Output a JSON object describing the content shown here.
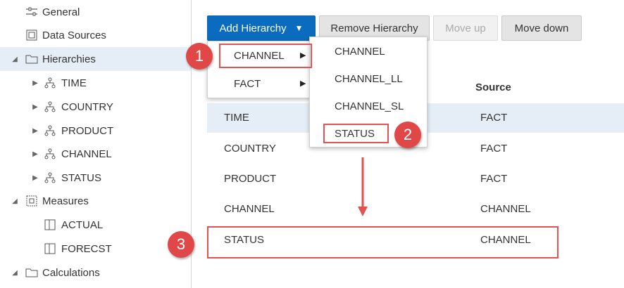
{
  "sidebar": {
    "general": "General",
    "data_sources": "Data Sources",
    "hierarchies": "Hierarchies",
    "hierarchy_items": [
      "TIME",
      "COUNTRY",
      "PRODUCT",
      "CHANNEL",
      "STATUS"
    ],
    "measures": "Measures",
    "measure_items": [
      "ACTUAL",
      "FORECST"
    ],
    "calculations": "Calculations"
  },
  "toolbar": {
    "add_hierarchy": "Add Hierarchy",
    "remove_hierarchy": "Remove Hierarchy",
    "move_up": "Move up",
    "move_down": "Move down"
  },
  "table": {
    "source_header": "Source",
    "rows": [
      {
        "name": "TIME",
        "source": "FACT"
      },
      {
        "name": "COUNTRY",
        "source": "FACT"
      },
      {
        "name": "PRODUCT",
        "source": "FACT"
      },
      {
        "name": "CHANNEL",
        "source": "CHANNEL"
      },
      {
        "name": "STATUS",
        "source": "CHANNEL"
      }
    ]
  },
  "menu_sources": [
    "CHANNEL",
    "FACT"
  ],
  "menu_hierarchies": [
    "CHANNEL",
    "CHANNEL_LL",
    "CHANNEL_SL",
    "STATUS"
  ],
  "annotations": [
    "1",
    "2",
    "3"
  ],
  "colors": {
    "accent": "#0b6cbf",
    "annotation": "#e04848",
    "selection": "#e5eef6"
  }
}
